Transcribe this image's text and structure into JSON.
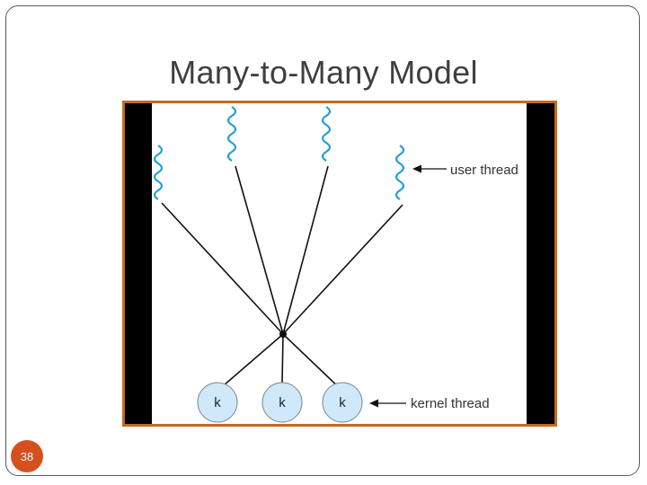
{
  "slide": {
    "title": "Many-to-Many Model",
    "page_number": "38"
  },
  "diagram": {
    "user_thread_label": "user thread",
    "kernel_thread_label": "kernel thread",
    "kernel_node_label": "k",
    "user_thread_count": 4,
    "kernel_thread_count": 3
  },
  "colors": {
    "title": "#3f3f3f",
    "frame_border": "#c56a1f",
    "thread_wave": "#1f9fd6",
    "kernel_fill": "#cfe9fb",
    "page_badge": "#d5501e"
  }
}
